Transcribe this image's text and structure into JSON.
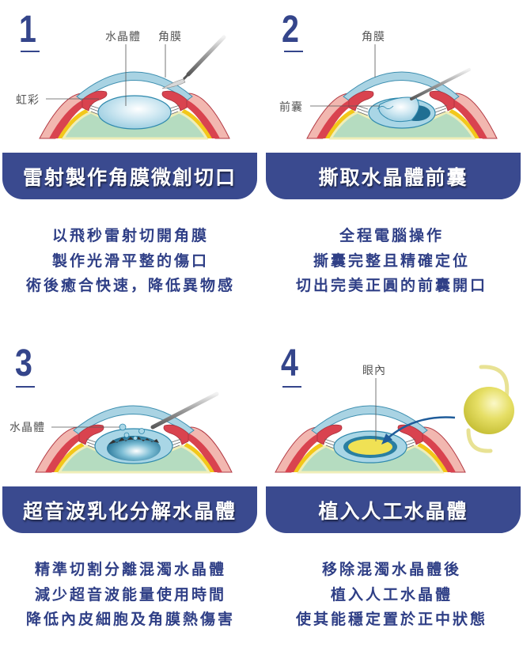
{
  "colors": {
    "brand_navy": "#3a4a8f",
    "text_navy": "#2f3f86",
    "label_gray": "#555555",
    "cornea_blue": "#a9d3e3",
    "iris_red": "#d9434f",
    "sclera_pink": "#f2b7b0",
    "vitreous_green": "#b5dcc0",
    "lens_blue": "#cfe8f2",
    "iol_yellow": "#e8e15a"
  },
  "steps": [
    {
      "number": "1",
      "labels": {
        "lens": "水晶體",
        "cornea": "角膜",
        "iris": "虹彩"
      },
      "title": "雷射製作角膜微創切口",
      "lines": [
        "以飛秒雷射切開角膜",
        "製作光滑平整的傷口",
        "術後癒合快速，降低異物感"
      ]
    },
    {
      "number": "2",
      "labels": {
        "cornea": "角膜",
        "anterior_capsule": "前囊"
      },
      "title": "撕取水晶體前囊",
      "lines": [
        "全程電腦操作",
        "撕囊完整且精確定位",
        "切出完美正圓的前囊開口"
      ]
    },
    {
      "number": "3",
      "labels": {
        "lens": "水晶體"
      },
      "title": "超音波乳化分解水晶體",
      "lines": [
        "精準切割分離混濁水晶體",
        "減少超音波能量使用時間",
        "降低內皮細胞及角膜熱傷害"
      ]
    },
    {
      "number": "4",
      "labels": {
        "intraocular": "眼內"
      },
      "title": "植入人工水晶體",
      "lines": [
        "移除混濁水晶體後",
        "植入人工水晶體",
        "使其能穩定置於正中狀態"
      ]
    }
  ]
}
